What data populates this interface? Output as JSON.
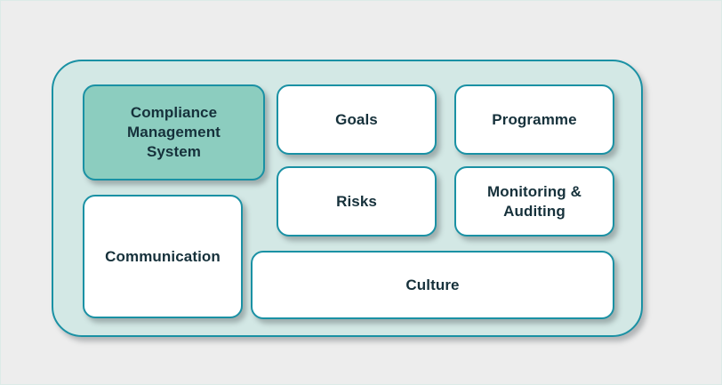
{
  "diagram": {
    "title": "Compliance Management System",
    "container": {
      "name": "compliance-management-system-container",
      "fill": "#d3e8e5",
      "border": "#1a91a4"
    },
    "colors": {
      "page_background": "#ededed",
      "container_fill": "#d3e8e5",
      "accent_fill": "#8ccdbf",
      "node_fill": "#ffffff",
      "border": "#1a91a4",
      "text": "#16313b"
    },
    "nodes": [
      {
        "id": "cms",
        "label": "Compliance\nManagement\nSystem",
        "style": "accent"
      },
      {
        "id": "goals",
        "label": "Goals",
        "style": "plain"
      },
      {
        "id": "programme",
        "label": "Programme",
        "style": "plain"
      },
      {
        "id": "risks",
        "label": "Risks",
        "style": "plain"
      },
      {
        "id": "monitoring",
        "label": "Monitoring  &\nAuditing",
        "style": "plain"
      },
      {
        "id": "communication",
        "label": "Communication",
        "style": "plain"
      },
      {
        "id": "culture",
        "label": "Culture",
        "style": "plain"
      }
    ]
  }
}
